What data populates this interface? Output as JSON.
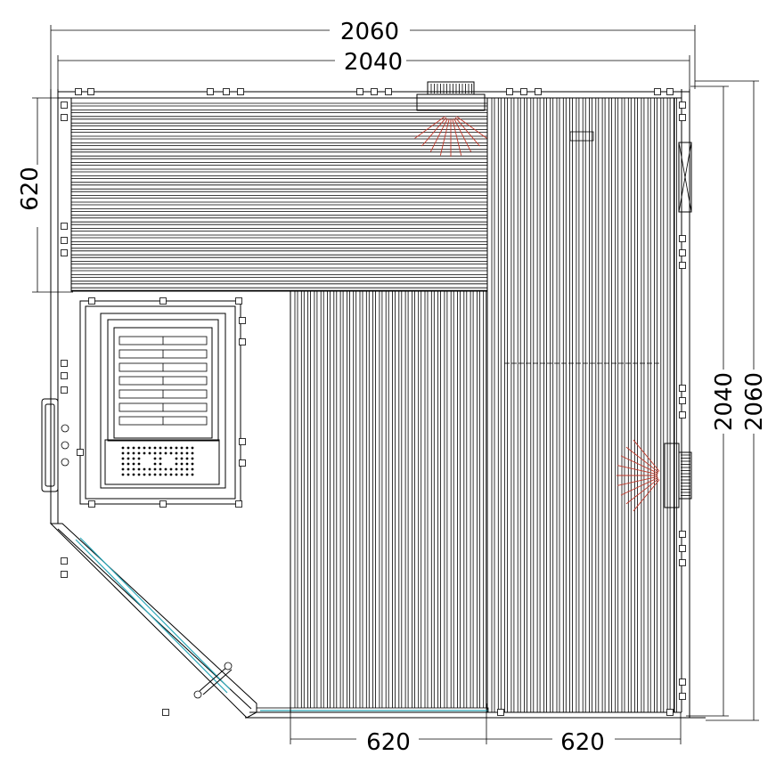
{
  "dimensions": {
    "top_outer": "2060",
    "top_inner": "2040",
    "left_bench": "620",
    "right_inner": "2040",
    "right_outer": "2060",
    "bottom_left": "620",
    "bottom_right": "620"
  },
  "colors": {
    "line": "#000000",
    "glass": "#2aa7b8",
    "heat_rays": "#c0392b"
  }
}
